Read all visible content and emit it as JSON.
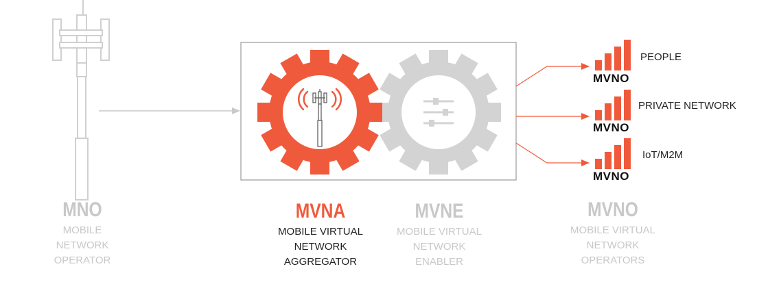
{
  "entities": {
    "mno": {
      "title": "MNO",
      "lines": [
        "MOBILE",
        "NETWORK",
        "OPERATOR"
      ]
    },
    "mvna": {
      "title": "MVNA",
      "lines": [
        "MOBILE VIRTUAL",
        "NETWORK",
        "AGGREGATOR"
      ]
    },
    "mvne": {
      "title": "MVNE",
      "lines": [
        "MOBILE VIRTUAL",
        "NETWORK",
        "ENABLER"
      ]
    },
    "mvno": {
      "title": "MVNO",
      "lines": [
        "MOBILE VIRTUAL",
        "NETWORK",
        "OPERATORS"
      ]
    }
  },
  "outputs": [
    {
      "badge": "MVNO",
      "label": "PEOPLE"
    },
    {
      "badge": "MVNO",
      "label": "PRIVATE NETWORK"
    },
    {
      "badge": "MVNO",
      "label": "IoT/M2M"
    }
  ],
  "colors": {
    "accent": "#f05a3c",
    "muted": "#d3d3d3",
    "text": "#222222"
  },
  "icons": [
    "cell-tower-icon",
    "mvna-gear-icon",
    "mvne-gear-icon",
    "sliders-icon",
    "signal-bars-icon"
  ]
}
